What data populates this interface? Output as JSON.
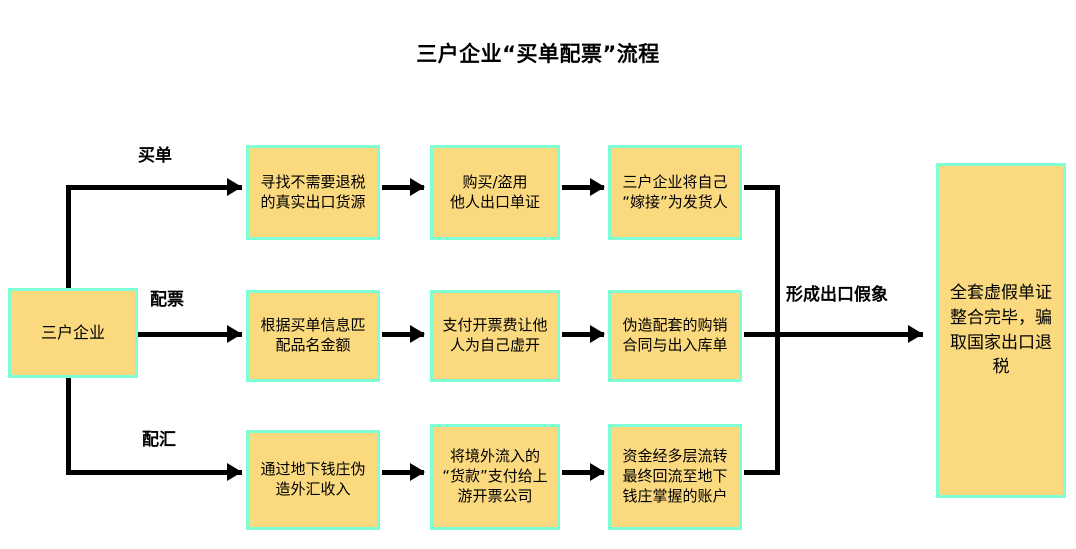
{
  "diagram": {
    "title": "三户企业“买单配票”流程",
    "colors": {
      "node_fill": "#FAD97F",
      "node_border": "#7FFFD4",
      "connector": "#000000",
      "background": "#FFFFFF",
      "text": "#000000"
    },
    "source_node": {
      "label": "三户企业"
    },
    "branch_labels": [
      {
        "label": "买单"
      },
      {
        "label": "配票"
      },
      {
        "label": "配汇"
      }
    ],
    "merge_label": "形成出口假象",
    "final_node": {
      "label": "全套虚假单证整合完毕，骗取国家出口退税"
    },
    "rows": [
      {
        "name": "买单",
        "steps": [
          {
            "label": "寻找不需要退税\n的真实出口货源"
          },
          {
            "label": "购买/盗用\n他人出口单证"
          },
          {
            "label": "三户企业将自己\n“嫁接”为发货人"
          }
        ]
      },
      {
        "name": "配票",
        "steps": [
          {
            "label": "根据买单信息匹\n配品名金额"
          },
          {
            "label": "支付开票费让他\n人为自己虚开"
          },
          {
            "label": "伪造配套的购销\n合同与出入库单"
          }
        ]
      },
      {
        "name": "配汇",
        "steps": [
          {
            "label": "通过地下钱庄伪\n造外汇收入"
          },
          {
            "label": "将境外流入的\n“货款”支付给上\n游开票公司"
          },
          {
            "label": "资金经多层流转\n最终回流至地下\n钱庄掌握的账户"
          }
        ]
      }
    ]
  }
}
